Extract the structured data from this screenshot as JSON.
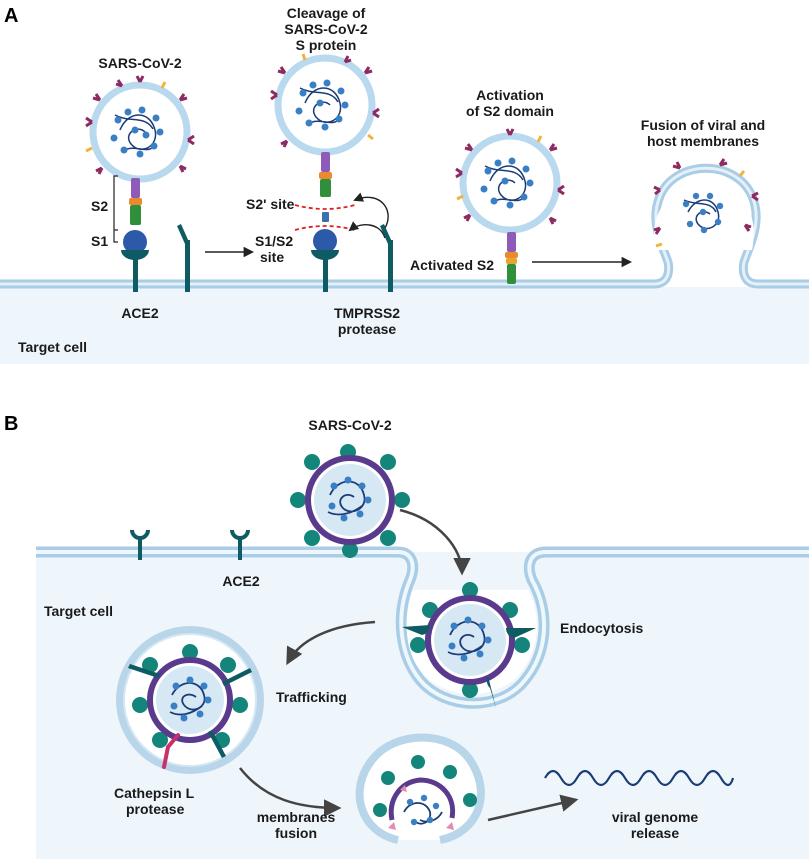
{
  "panel_a": {
    "letter": "A",
    "virus_label": "SARS-CoV-2",
    "cleavage_title": [
      "Cleavage of",
      "SARS-CoV-2",
      "S protein"
    ],
    "activation_title": [
      "Activation",
      "of S2 domain"
    ],
    "fusion_title": [
      "Fusion of viral and",
      "host membranes"
    ],
    "s2_label": "S2",
    "s1_label": "S1",
    "s2prime_label": "S2' site",
    "s1s2_label": [
      "S1/S2",
      "site"
    ],
    "activated_s2_label": "Activated S2",
    "ace2_label": "ACE2",
    "tmprss2_label": [
      "TMPRSS2",
      "protease"
    ],
    "target_cell_label": "Target cell"
  },
  "panel_b": {
    "letter": "B",
    "virus_label": "SARS-CoV-2",
    "ace2_label": "ACE2",
    "target_cell_label": "Target cell",
    "endocytosis_label": "Endocytosis",
    "trafficking_label": "Trafficking",
    "cathepsin_label": [
      "Cathepsin L",
      "protease"
    ],
    "membranes_fusion_label": [
      "membranes",
      "fusion"
    ],
    "release_label": [
      "viral genome",
      "release"
    ]
  },
  "colors": {
    "cell_fill": "#eef5fb",
    "membrane": "#a9cde6",
    "membrane_dark": "#7fb2d6",
    "virus_membrane_a": "#b9d9ee",
    "virus_envelope_b": "#5a3a8c",
    "spike_a": "#8e2a62",
    "spike_b": "#14857a",
    "receptor": "#0f5b63",
    "rna": "#1b3c78",
    "nucleocapsid": "#3a7fc4",
    "cathepsin": "#c8306a",
    "protein_purple": "#8e5bb8",
    "protein_orange": "#e98a2e",
    "protein_green": "#2f8f3a",
    "protein_blue": "#2c5aa8",
    "cleavage_red": "#e02020"
  }
}
